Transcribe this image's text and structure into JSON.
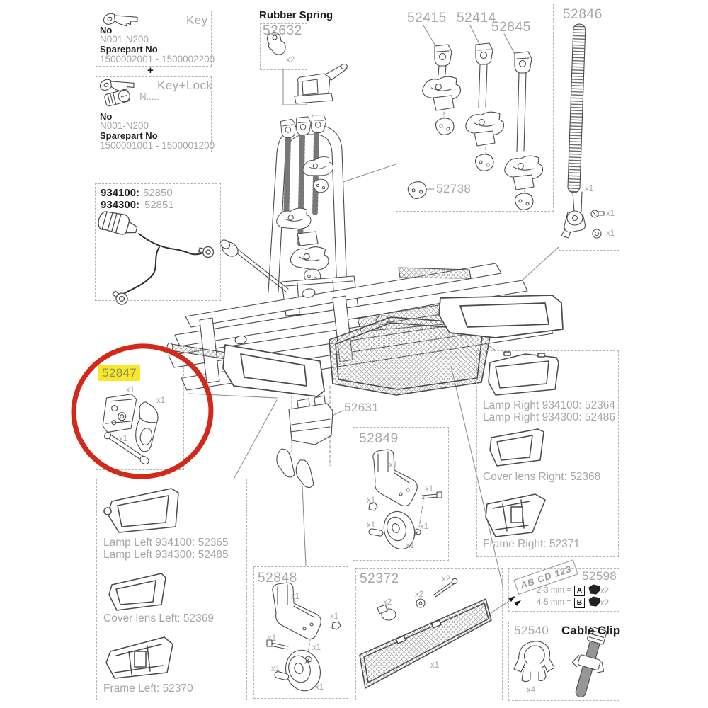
{
  "qty": {
    "one": "x1",
    "two": "x2",
    "four": "x4"
  },
  "key_box": {
    "title": "Key",
    "no_label": "No",
    "no_value": "N001-N200",
    "sparepart_label": "Sparepart No",
    "sparepart_value": "1500002001 - 1500002200"
  },
  "plus_sign": "+",
  "key_lock_box": {
    "title": "Key+Lock",
    "equals": "= N.....",
    "no_label": "No",
    "no_value": "N001-N200",
    "sparepart_label": "Sparepart No",
    "sparepart_value": "1500001001 - 1500001200"
  },
  "rubber_spring_box": {
    "title": "Rubber Spring",
    "number": "52632"
  },
  "clamp_box": {
    "label_1": "52415",
    "label_2": "52414",
    "label_3": "52845",
    "extra_label": "52738"
  },
  "strap_box": {
    "number": "52846"
  },
  "cable_box": {
    "code_1": "934100:",
    "num_1": "52850",
    "code_2": "934300:",
    "num_2": "52851"
  },
  "highlight_box": {
    "number": "52847"
  },
  "center": {
    "label": "52631"
  },
  "wheel_right_box": {
    "number": "52849"
  },
  "lamp_right_box": {
    "line1": "Lamp Right 934100: 52364",
    "line2": "Lamp Right 934300: 52486",
    "cover": "Cover lens Right: 52368",
    "frame": "Frame Right: 52371"
  },
  "lamp_left_box": {
    "line1": "Lamp Left 934100: 52365",
    "line2": "Lamp Left 934300: 52485",
    "cover": "Cover lens Left: 52369",
    "frame": "Frame Left: 52370"
  },
  "wheel_left_box": {
    "number": "52848"
  },
  "plate_box": {
    "number": "52372"
  },
  "clip_box": {
    "number": "52598",
    "plate_text": "AB CD 123",
    "row1_label": "2-3 mm =",
    "row1_key": "A",
    "row2_label": "4-5 mm =",
    "row2_key": "B"
  },
  "cable_clip_box": {
    "number": "52540",
    "title": "Cable Clip"
  }
}
